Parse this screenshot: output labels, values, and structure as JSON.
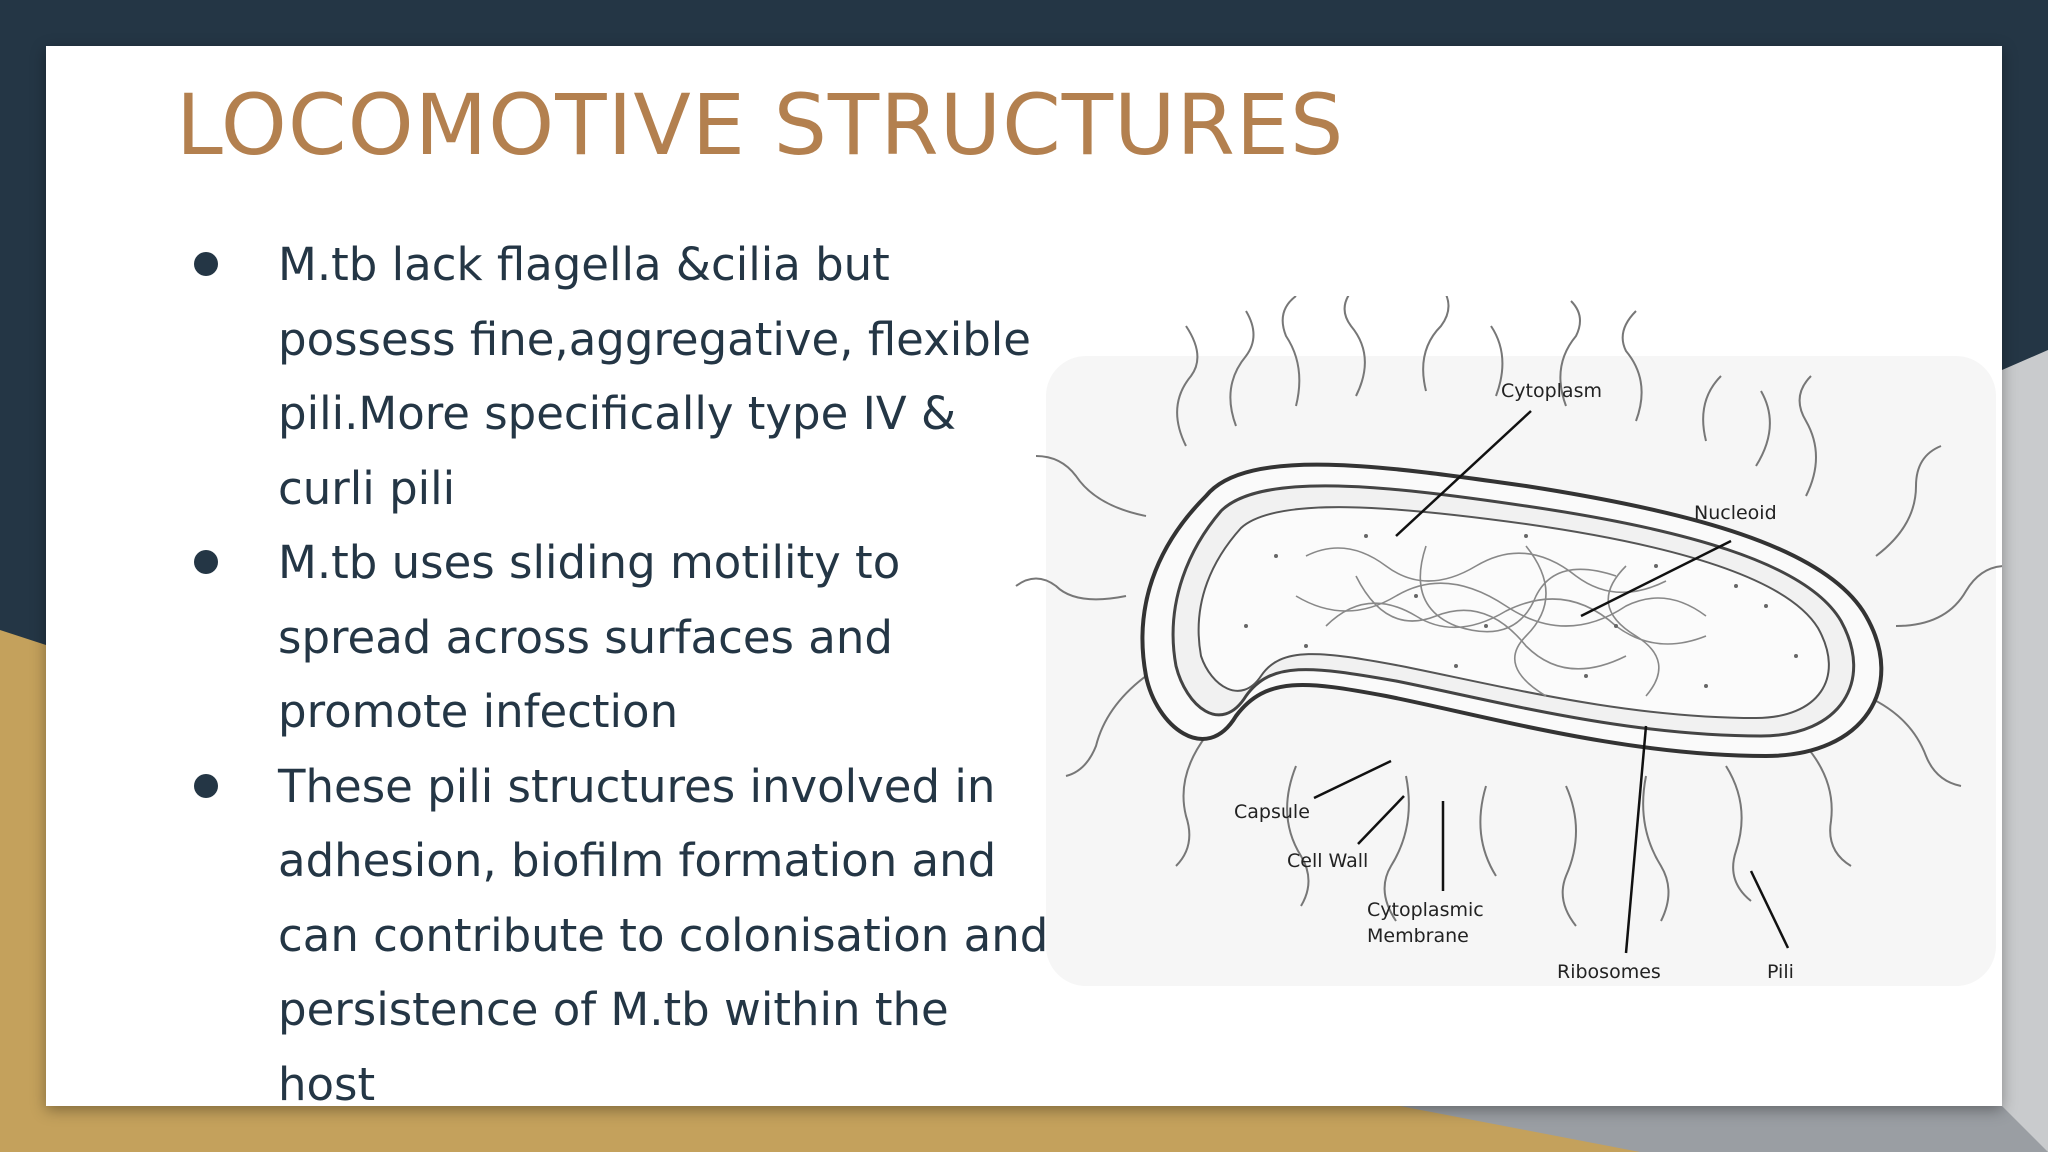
{
  "slide": {
    "title": "LOCOMOTIVE STRUCTURES",
    "bullets": [
      "M.tb lack flagella &cilia but possess fine,aggregative, flexible pili.More specifically type IV & curli pili",
      "M.tb uses sliding motility to spread across surfaces and promote infection",
      "These pili structures involved in adhesion, biofilm formation and can contribute to colonisation and persistence of M.tb within the host"
    ]
  },
  "diagram": {
    "labels": {
      "cytoplasm": "Cytoplasm",
      "nucleoid": "Nucleoid",
      "capsule": "Capsule",
      "cell_wall": "Cell Wall",
      "cytoplasmic_membrane_line1": "Cytoplasmic",
      "cytoplasmic_membrane_line2": "Membrane",
      "ribosomes": "Ribosomes",
      "pili": "Pili"
    }
  },
  "colors": {
    "background_dark": "#243645",
    "background_gold": "#c4a15c",
    "title": "#b3804f",
    "text": "#243645"
  }
}
